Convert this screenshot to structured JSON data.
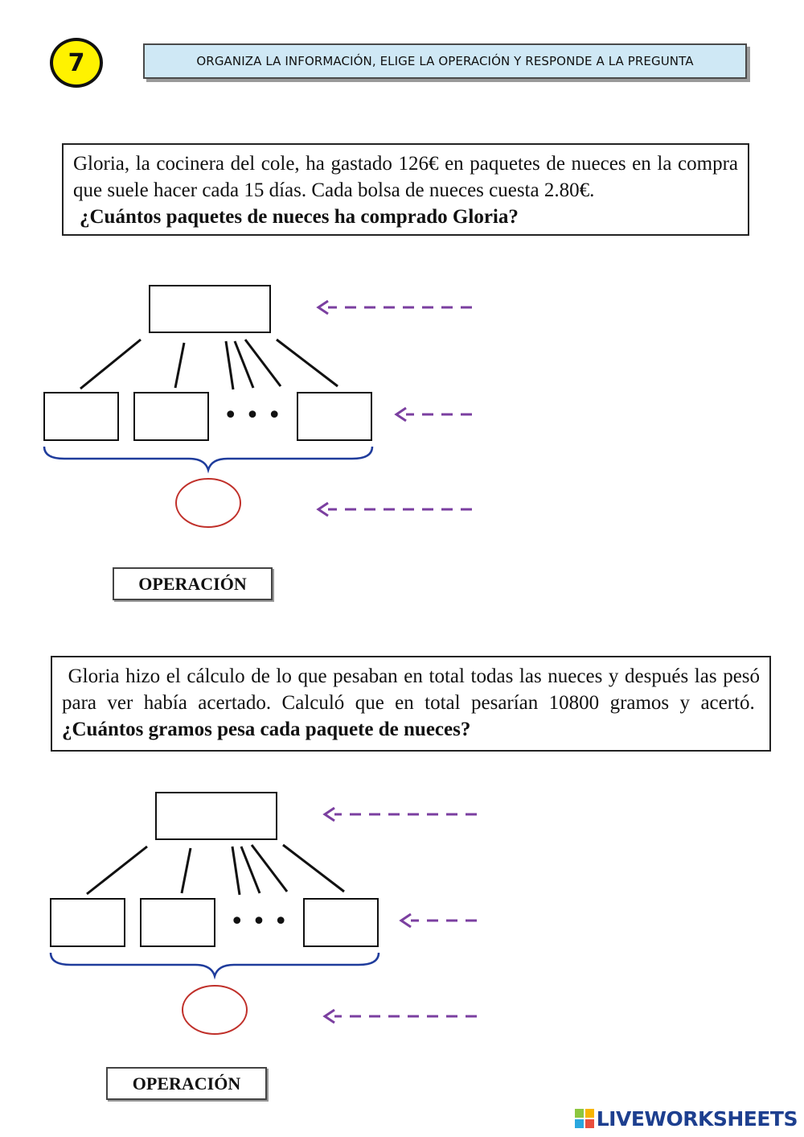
{
  "exercise_number": "7",
  "instruction": "ORGANIZA LA INFORMACIÓN, ELIGE LA OPERACIÓN Y RESPONDE A LA PREGUNTA",
  "problems": [
    {
      "text": "Gloria, la cocinera del cole, ha gastado 126€ en paquetes de nueces en la compra que suele hacer cada 15 días. Cada bolsa de nueces cuesta 2.80€.",
      "question": "¿Cuántos paquetes de nueces ha comprado Gloria?",
      "operation_label": "OPERACIÓN"
    },
    {
      "text": "Gloria hizo el cálculo de lo que pesaban en total todas las nueces y después las pesó para ver había acertado. Calculó que en total pesarían 10800 gramos y acertó.",
      "question": "¿Cuántos gramos pesa cada paquete de nueces?",
      "operation_label": "OPERACIÓN"
    }
  ],
  "diagram": {
    "ellipsis": "• • •"
  },
  "colors": {
    "badge": "#fff200",
    "banner": "#cfe8f5",
    "arrow": "#7b3fa0",
    "brace": "#1f3c9c",
    "result_circle": "#c0302a"
  },
  "footer": {
    "logo_text": "LIVEWORKSHEETS"
  }
}
